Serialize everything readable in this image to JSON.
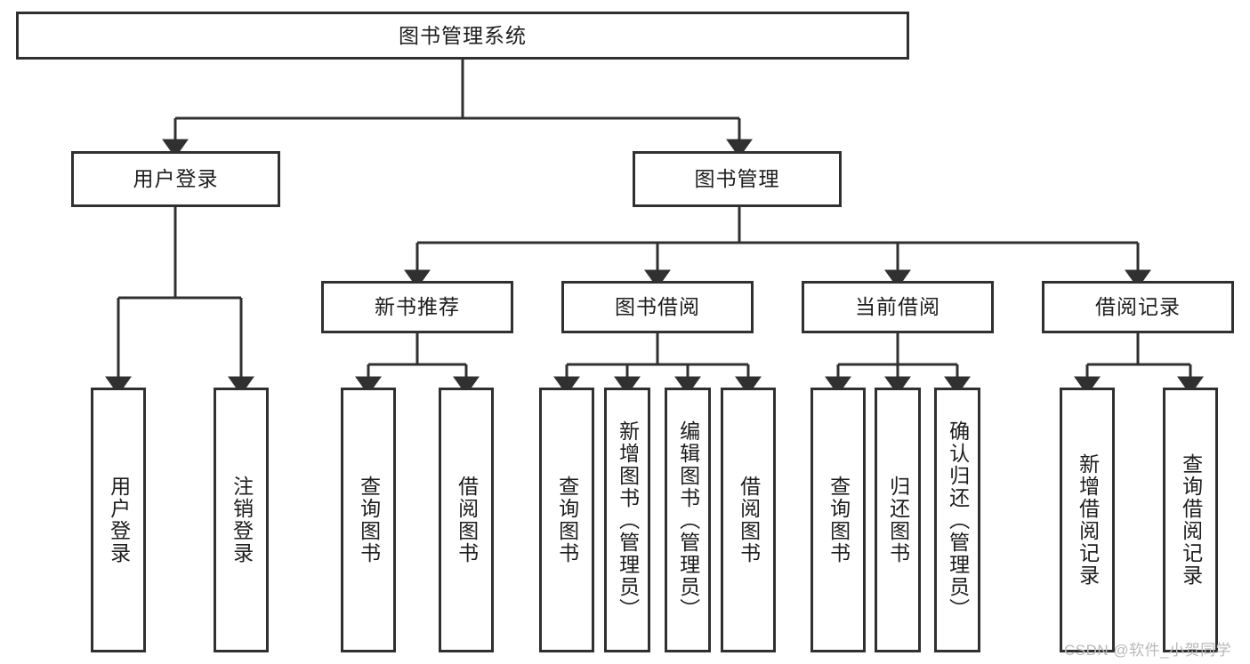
{
  "diagram": {
    "type": "tree-hierarchy-chart",
    "title_node": {
      "id": "root",
      "label": "图书管理系统"
    },
    "level2": [
      {
        "id": "user-login",
        "label": "用户登录"
      },
      {
        "id": "book-management",
        "label": "图书管理"
      }
    ],
    "level3": [
      {
        "id": "new-book-recommend",
        "label": "新书推荐",
        "parent": "book-management"
      },
      {
        "id": "book-borrow",
        "label": "图书借阅",
        "parent": "book-management"
      },
      {
        "id": "current-borrow",
        "label": "当前借阅",
        "parent": "book-management"
      },
      {
        "id": "borrow-record",
        "label": "借阅记录",
        "parent": "book-management"
      }
    ],
    "leaves": [
      {
        "id": "leaf-user-login",
        "label": "用户登录",
        "parent": "user-login"
      },
      {
        "id": "leaf-logout-login",
        "label": "注销登录",
        "parent": "user-login"
      },
      {
        "id": "leaf-query-book-1",
        "label": "查询图书",
        "parent": "new-book-recommend"
      },
      {
        "id": "leaf-borrow-book-1",
        "label": "借阅图书",
        "parent": "new-book-recommend"
      },
      {
        "id": "leaf-query-book-2",
        "label": "查询图书",
        "parent": "book-borrow"
      },
      {
        "id": "leaf-add-book",
        "label": "新增图书（管理员）",
        "parent": "book-borrow"
      },
      {
        "id": "leaf-edit-book",
        "label": "编辑图书（管理员）",
        "parent": "book-borrow"
      },
      {
        "id": "leaf-borrow-book-2",
        "label": "借阅图书",
        "parent": "book-borrow"
      },
      {
        "id": "leaf-query-book-3",
        "label": "查询图书",
        "parent": "current-borrow"
      },
      {
        "id": "leaf-return-book",
        "label": "归还图书",
        "parent": "current-borrow"
      },
      {
        "id": "leaf-confirm-return",
        "label": "确认归还（管理员）",
        "parent": "current-borrow"
      },
      {
        "id": "leaf-add-record",
        "label": "新增借阅记录",
        "parent": "borrow-record"
      },
      {
        "id": "leaf-query-record",
        "label": "查询借阅记录",
        "parent": "borrow-record"
      }
    ],
    "colors": {
      "stroke": "#303030",
      "background": "#ffffff",
      "text": "#1d1d1d",
      "watermark": "#b9b9b9"
    }
  },
  "watermark": {
    "text": "CSDN @软件_小贺同学"
  }
}
